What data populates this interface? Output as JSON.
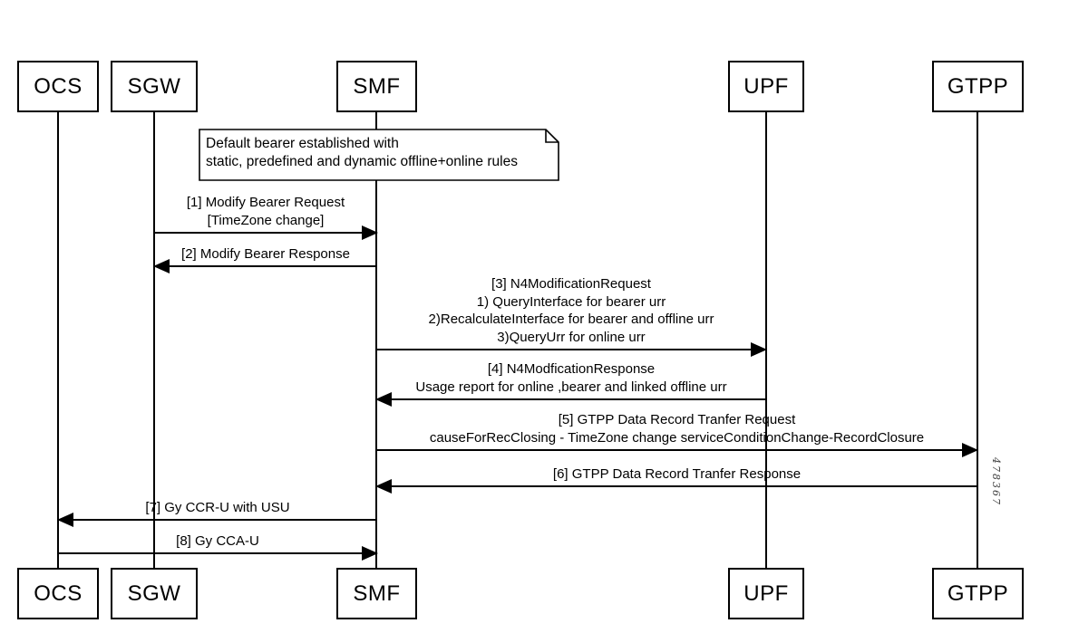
{
  "diagram": {
    "type": "sequence-diagram",
    "actors": [
      {
        "id": "ocs",
        "label": "OCS"
      },
      {
        "id": "sgw",
        "label": "SGW"
      },
      {
        "id": "smf",
        "label": "SMF"
      },
      {
        "id": "upf",
        "label": "UPF"
      },
      {
        "id": "gtpp",
        "label": "GTPP"
      }
    ],
    "note": {
      "text": "Default bearer established with\nstatic, predefined and dynamic offline+online rules"
    },
    "messages": [
      {
        "from": "SGW",
        "to": "SMF",
        "direction": "right",
        "text": "[1] Modify Bearer Request\n[TimeZone change]"
      },
      {
        "from": "SMF",
        "to": "SGW",
        "direction": "left",
        "text": "[2] Modify Bearer Response"
      },
      {
        "from": "SMF",
        "to": "UPF",
        "direction": "right",
        "text": "[3] N4ModificationRequest\n1) QueryInterface for bearer urr\n2)RecalculateInterface for bearer and offline urr\n3)QueryUrr for online urr"
      },
      {
        "from": "UPF",
        "to": "SMF",
        "direction": "left",
        "text": "[4] N4ModficationResponse\nUsage report for online ,bearer and linked offline urr"
      },
      {
        "from": "SMF",
        "to": "GTPP",
        "direction": "right",
        "text": "[5] GTPP Data Record Tranfer Request\ncauseForRecClosing - TimeZone change serviceConditionChange-RecordClosure"
      },
      {
        "from": "GTPP",
        "to": "SMF",
        "direction": "left",
        "text": "[6] GTPP Data Record Tranfer Response"
      },
      {
        "from": "SMF",
        "to": "OCS",
        "direction": "left",
        "text": "[7] Gy CCR-U with USU"
      },
      {
        "from": "OCS",
        "to": "SMF",
        "direction": "right",
        "text": "[8] Gy CCA-U"
      }
    ],
    "watermark": "478367",
    "colors": {
      "line": "#000000",
      "text": "#000000",
      "background": "#ffffff",
      "watermark": "#3c3c3c"
    }
  }
}
